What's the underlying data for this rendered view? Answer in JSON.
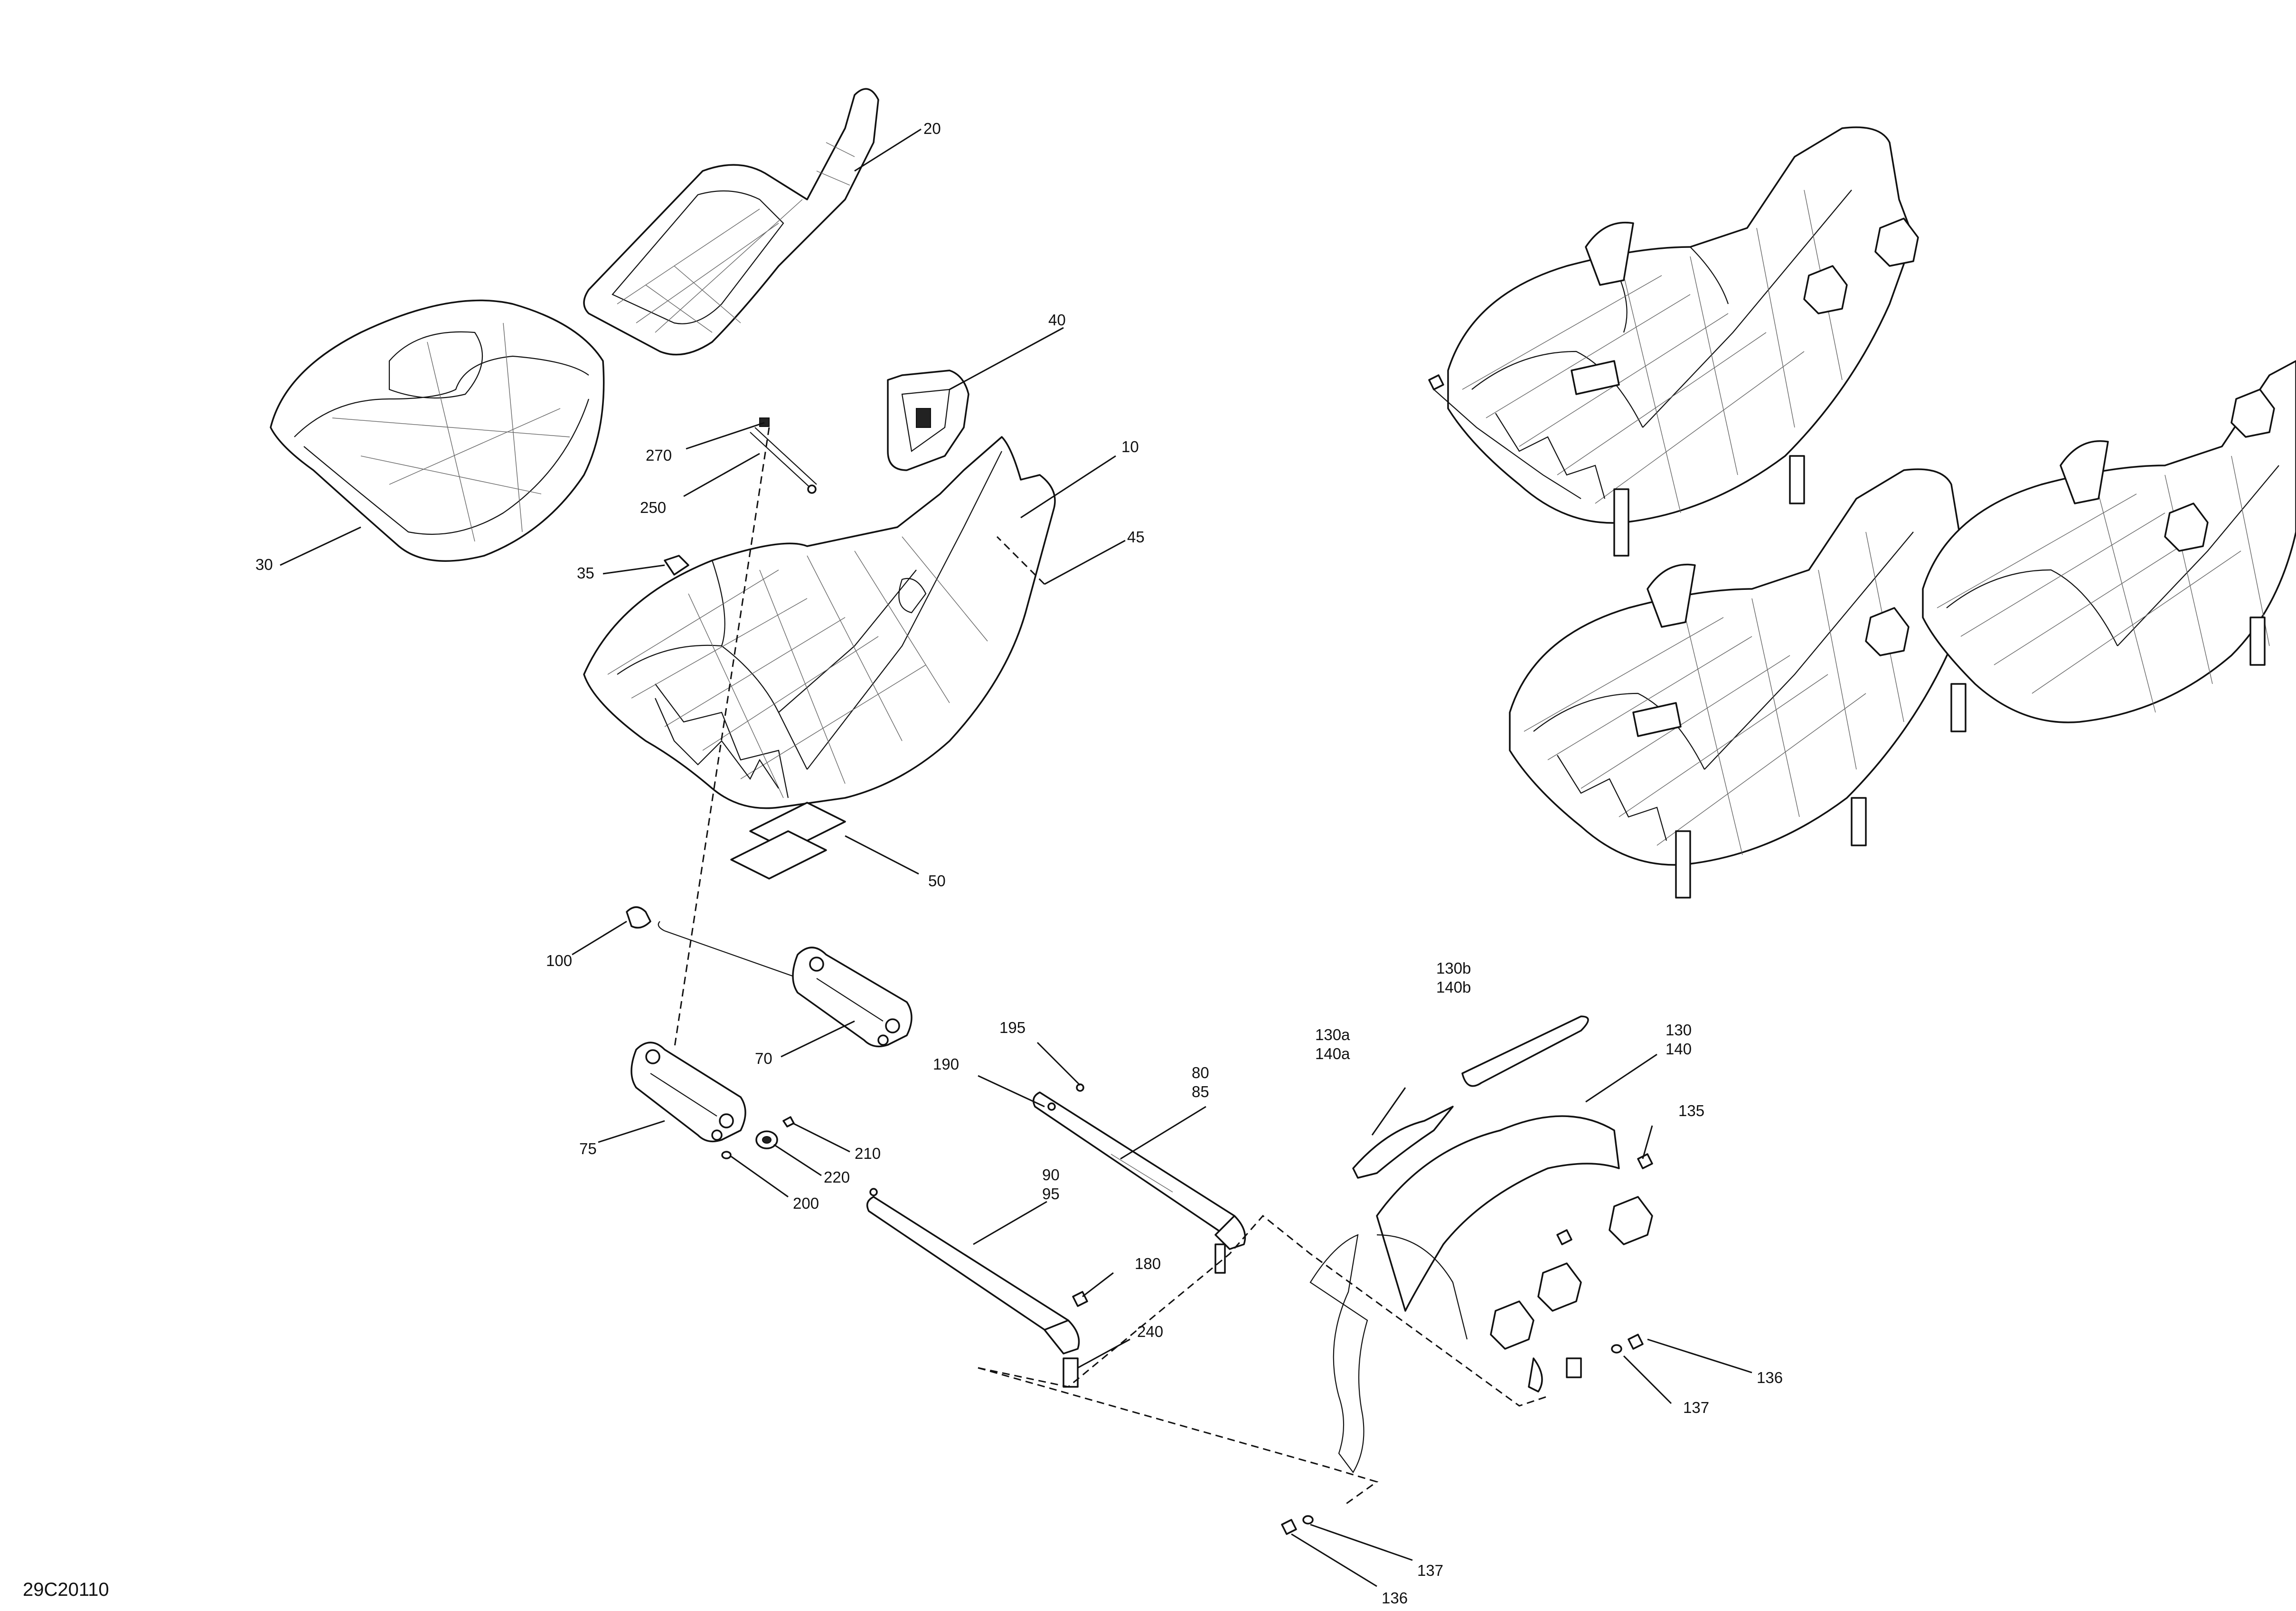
{
  "diagram": {
    "reference_code": "29C20110",
    "callouts": [
      {
        "id": "c20",
        "text": "20"
      },
      {
        "id": "c30",
        "text": "30"
      },
      {
        "id": "c40",
        "text": "40"
      },
      {
        "id": "c10",
        "text": "10"
      },
      {
        "id": "c45",
        "text": "45"
      },
      {
        "id": "c270",
        "text": "270"
      },
      {
        "id": "c250",
        "text": "250"
      },
      {
        "id": "c35",
        "text": "35"
      },
      {
        "id": "c50",
        "text": "50"
      },
      {
        "id": "c100",
        "text": "100"
      },
      {
        "id": "c70",
        "text": "70"
      },
      {
        "id": "c75",
        "text": "75"
      },
      {
        "id": "c210",
        "text": "210"
      },
      {
        "id": "c220",
        "text": "220"
      },
      {
        "id": "c200",
        "text": "200"
      },
      {
        "id": "c195",
        "text": "195"
      },
      {
        "id": "c190",
        "text": "190"
      },
      {
        "id": "c80",
        "text": "80"
      },
      {
        "id": "c85",
        "text": "85"
      },
      {
        "id": "c90",
        "text": "90"
      },
      {
        "id": "c95",
        "text": "95"
      },
      {
        "id": "c180",
        "text": "180"
      },
      {
        "id": "c240",
        "text": "240"
      },
      {
        "id": "c130b",
        "text": "130b"
      },
      {
        "id": "c140b",
        "text": "140b"
      },
      {
        "id": "c130a",
        "text": "130a"
      },
      {
        "id": "c140a",
        "text": "140a"
      },
      {
        "id": "c130",
        "text": "130"
      },
      {
        "id": "c140",
        "text": "140"
      },
      {
        "id": "c135",
        "text": "135"
      },
      {
        "id": "c136a",
        "text": "136"
      },
      {
        "id": "c137a",
        "text": "137"
      },
      {
        "id": "c137b",
        "text": "137"
      },
      {
        "id": "c136b",
        "text": "136"
      }
    ]
  }
}
